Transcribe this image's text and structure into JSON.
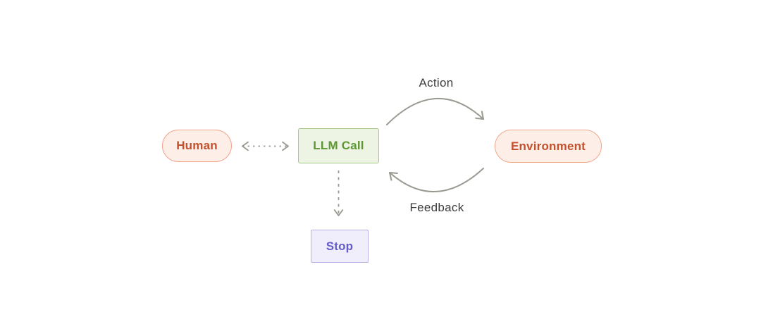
{
  "diagram": {
    "background": "#ffffff",
    "arrow_color": "#9a9a93",
    "label_color": "#3c3c3a",
    "nodes": {
      "human": {
        "label": "Human",
        "shape": "pill",
        "fill": "#fdeee8",
        "border": "#f1a78d",
        "text_color": "#c3512d"
      },
      "llm_call": {
        "label": "LLM Call",
        "shape": "rect",
        "fill": "#edf4e4",
        "border": "#a5c987",
        "text_color": "#5d9733"
      },
      "environment": {
        "label": "Environment",
        "shape": "pill",
        "fill": "#fdeee8",
        "border": "#f1a78d",
        "text_color": "#c3512d"
      },
      "stop": {
        "label": "Stop",
        "shape": "rect",
        "fill": "#efeefa",
        "border": "#b8b2e4",
        "text_color": "#665cc8"
      }
    },
    "edges": {
      "human_llm": {
        "label": "",
        "from": "human",
        "to": "llm_call",
        "style": "dashed",
        "direction": "bidirectional"
      },
      "action": {
        "label": "Action",
        "from": "llm_call",
        "to": "environment",
        "style": "solid-curved",
        "direction": "one-way"
      },
      "feedback": {
        "label": "Feedback",
        "from": "environment",
        "to": "llm_call",
        "style": "solid-curved",
        "direction": "one-way"
      },
      "llm_stop": {
        "label": "",
        "from": "llm_call",
        "to": "stop",
        "style": "dashed",
        "direction": "one-way"
      }
    }
  }
}
